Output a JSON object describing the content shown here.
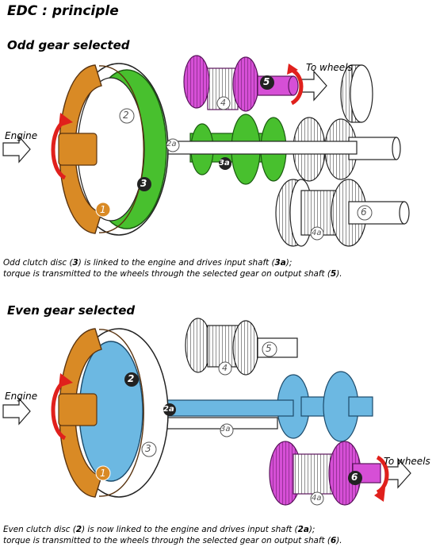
{
  "title": "EDC : principle",
  "odd": {
    "heading": "Odd gear selected",
    "engine": "Engine",
    "wheels": "To wheels",
    "callouts": [
      "1",
      "2",
      "2a",
      "3",
      "3a",
      "4",
      "5",
      "6",
      "4a"
    ],
    "caption": {
      "l1_a": "Odd clutch disc (",
      "l1_b": "3",
      "l1_c": ") is linked to the engine and drives input shaft (",
      "l1_d": "3a",
      "l1_e": ");",
      "l2_a": "torque is transmitted to the wheels through the selected gear on output shaft (",
      "l2_b": "5",
      "l2_c": ")."
    }
  },
  "even": {
    "heading": "Even gear selected",
    "engine": "Engine",
    "wheels": "To wheels",
    "callouts": [
      "1",
      "2",
      "2a",
      "3",
      "3a",
      "4",
      "5",
      "6",
      "4a"
    ],
    "caption": {
      "l1_a": "Even clutch disc (",
      "l1_b": "2",
      "l1_c": ") is now linked to the engine and drives input shaft (",
      "l1_d": "2a",
      "l1_e": ");",
      "l2_a": "torque is transmitted to the wheels through the selected gear on output shaft (",
      "l2_b": "6",
      "l2_c": ")."
    }
  },
  "colors": {
    "orange": "#d98a25",
    "green": "#3bbb22",
    "blue": "#6cb8e2",
    "magenta": "#c23cc6",
    "red": "#e0201c"
  }
}
